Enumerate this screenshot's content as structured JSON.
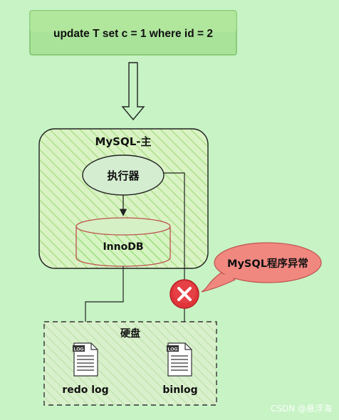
{
  "query": {
    "text": "update T set c = 1 where id = 2"
  },
  "mysql_master": {
    "title": "MySQL-主"
  },
  "executor": {
    "label": "执行器"
  },
  "innodb": {
    "label": "InnoDB"
  },
  "error_callout": {
    "text": "MySQL程序异常",
    "icon": "error-x-icon"
  },
  "disk": {
    "title": "硬盘",
    "files": [
      {
        "label": "redo log",
        "badge": "LOG"
      },
      {
        "label": "binlog",
        "badge": "LOG"
      }
    ]
  },
  "watermark": {
    "text": "CSDN @悬浮海"
  },
  "colors": {
    "background": "#c7f3c5",
    "query_box": "#a9e39a",
    "cylinder_stroke": "#c0504d",
    "error_red": "#e0353a",
    "callout_fill": "#f08880"
  }
}
